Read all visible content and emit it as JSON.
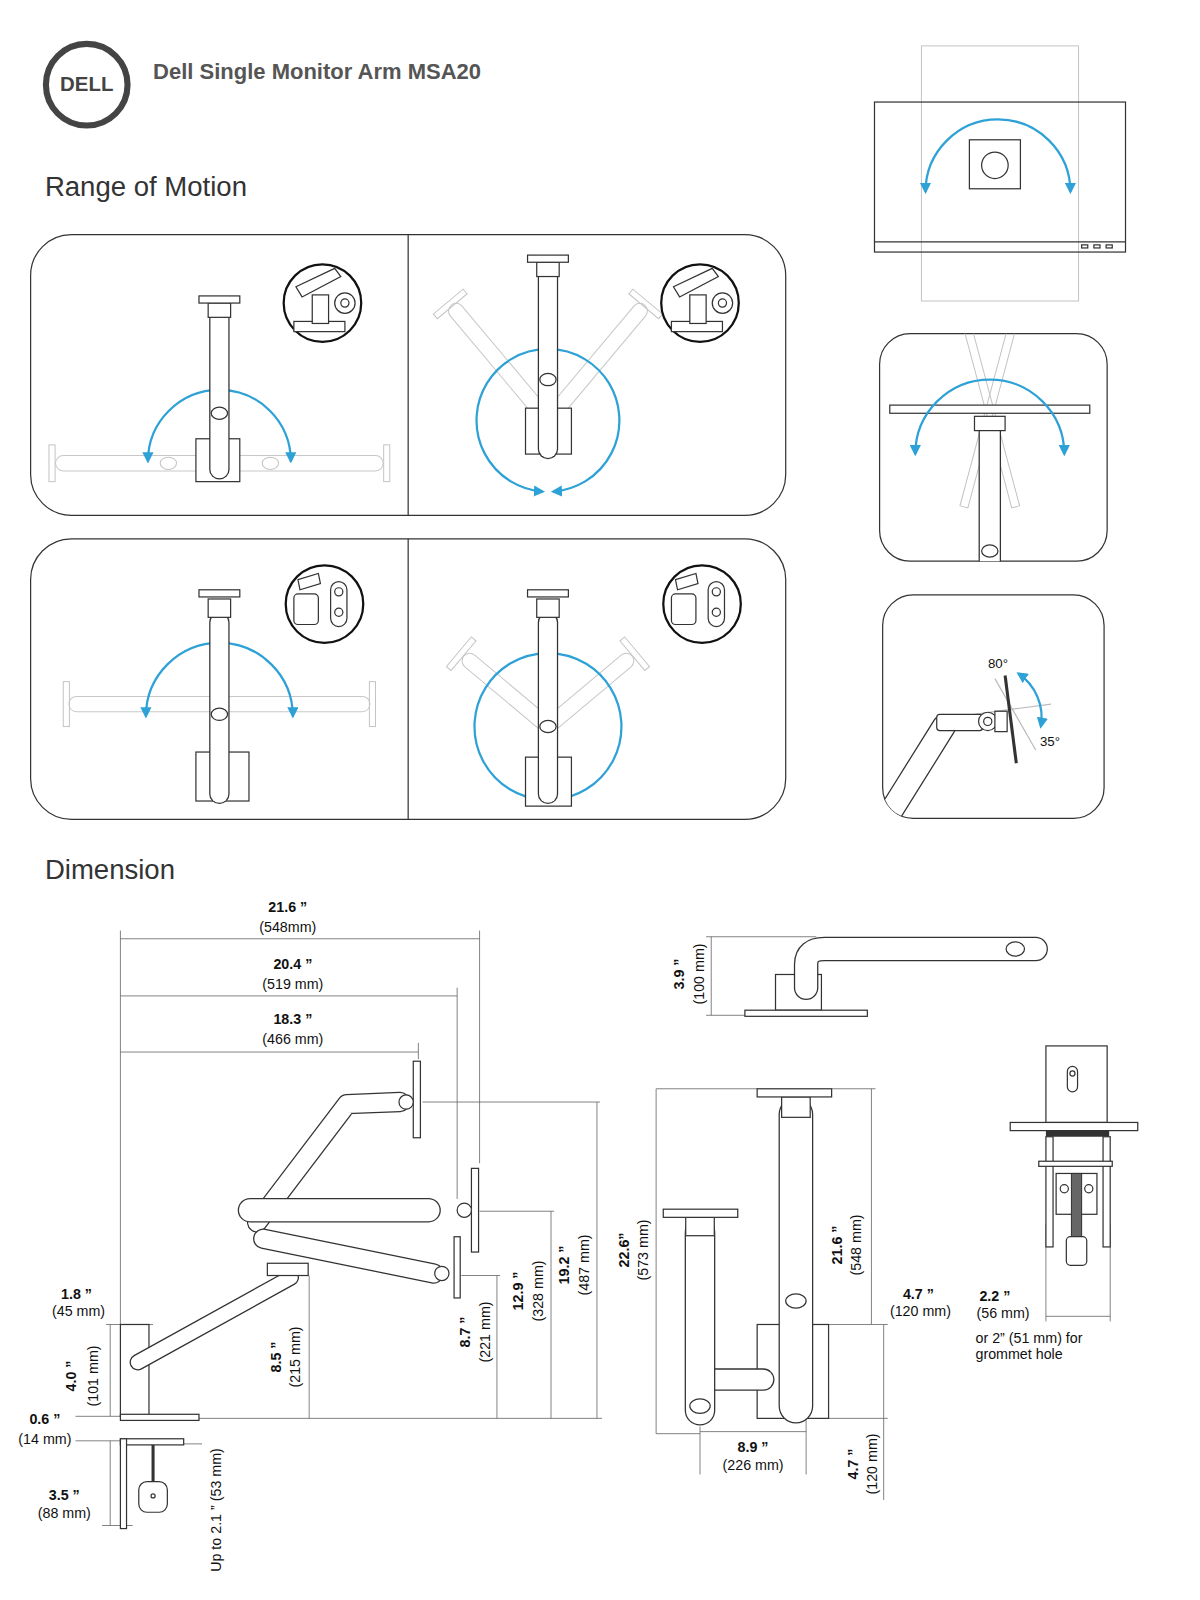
{
  "diagram": {
    "title": "Dell Single Monitor Arm MSA20",
    "labels": [
      "DELL",
      "Range of Motion",
      "80°",
      "35°",
      "Dimension",
      "21.6 ”",
      "(548mm)",
      "20.4 ”",
      "(519 mm)",
      "18.3 ”",
      "(466 mm)",
      "1.8 ”",
      "(45 mm)",
      "4.0 ”",
      "(101 mm)",
      "0.6 ”",
      "(14 mm)",
      "3.5 ”",
      "(88 mm)",
      "Up to 2.1 ” (53 mm)",
      "8.5 ”",
      "(215 mm)",
      "8.7 ”",
      "(221 mm)",
      "12.9 ”",
      "(328 mm)",
      "19.2 ”",
      "(487 mm)",
      "3.9 ”",
      "(100 mm)",
      "22.6”",
      "(573 mm)",
      "21.6 ”",
      "(548 mm)",
      "4.7 ”",
      "(120 mm)",
      "8.9 ”",
      "(226 mm)",
      "4.7 ”",
      "(120 mm)",
      "2.2 ”",
      "(56 mm)",
      "or 2” (51 mm) for grommet hole"
    ]
  }
}
